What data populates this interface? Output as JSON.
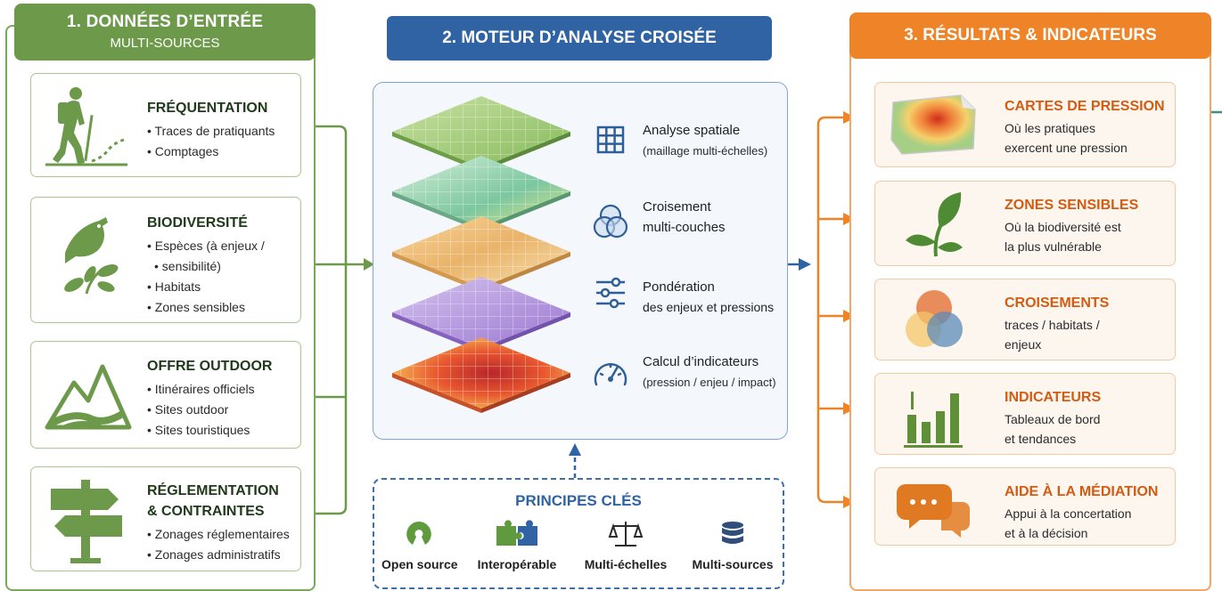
{
  "colors": {
    "input_green": "#6d9a4a",
    "engine_blue": "#2f63a3",
    "output_orange": "#ee8327",
    "output_title": "#d35b12"
  },
  "inputs": {
    "header_line1": "1. DONNÉES D’ENTRÉE",
    "header_line2": "MULTI-SOURCES",
    "cards": [
      {
        "icon": "hiker-icon",
        "title": "FRÉQUENTATION",
        "items": [
          "Traces de pratiquants",
          "Comptages"
        ]
      },
      {
        "icon": "bird-leaves-icon",
        "title": "BIODIVERSITÉ",
        "items": [
          "Espèces (à enjeux /",
          "sensibilité)",
          "Habitats",
          "Zones sensibles"
        ]
      },
      {
        "icon": "mountain-trail-icon",
        "title": "OFFRE OUTDOOR",
        "items": [
          "Itinéraires officiels",
          "Sites outdoor",
          "Sites touristiques"
        ]
      },
      {
        "icon": "signpost-icon",
        "title_line1": "RÉGLEMENTATION",
        "title_line2": "& CONTRAINTES",
        "items": [
          "Zonages réglementaires",
          "Zonages administratifs"
        ]
      }
    ]
  },
  "engine": {
    "header": "2. MOTEUR D’ANALYSE CROISÉE",
    "layers_icon": "stacked-map-layers-icon",
    "rows": [
      {
        "icon": "grid-icon",
        "title": "Analyse spatiale",
        "sub": "(maillage multi-échelles)"
      },
      {
        "icon": "venn-icon",
        "title": "Croisement",
        "sub": "multi-couches"
      },
      {
        "icon": "sliders-icon",
        "title": "Pondération",
        "sub": "des enjeux et pressions"
      },
      {
        "icon": "gauge-icon",
        "title": "Calcul d’indicateurs",
        "sub": "(pression / enjeu / impact)"
      }
    ],
    "principles": {
      "title": "PRINCIPES CLÉS",
      "items": [
        {
          "icon": "open-source-icon",
          "label": "Open source"
        },
        {
          "icon": "puzzle-icon",
          "label": "Interopérable"
        },
        {
          "icon": "scales-icon",
          "label": "Multi-échelles"
        },
        {
          "icon": "database-icon",
          "label": "Multi-sources"
        }
      ]
    }
  },
  "outputs": {
    "header": "3. RÉSULTATS & INDICATEURS",
    "cards": [
      {
        "icon": "heatmap-icon",
        "title": "CARTES DE PRESSION",
        "line1": "Où les pratiques",
        "line2": "exercent une pression"
      },
      {
        "icon": "plant-icon",
        "title": "ZONES SENSIBLES",
        "line1": "Où la biodiversité est",
        "line2": "la plus vulnérable"
      },
      {
        "icon": "overlap-circles-icon",
        "title": "CROISEMENTS",
        "line1": "traces / habitats /",
        "line2": "enjeux"
      },
      {
        "icon": "bar-chart-icon",
        "title": "INDICATEURS",
        "line1": "Tableaux de bord",
        "line2": "et tendances"
      },
      {
        "icon": "speech-bubbles-icon",
        "title": "AIDE À LA MÉDIATION",
        "line1": "Appui à la concertation",
        "line2": "et à la décision"
      }
    ]
  }
}
